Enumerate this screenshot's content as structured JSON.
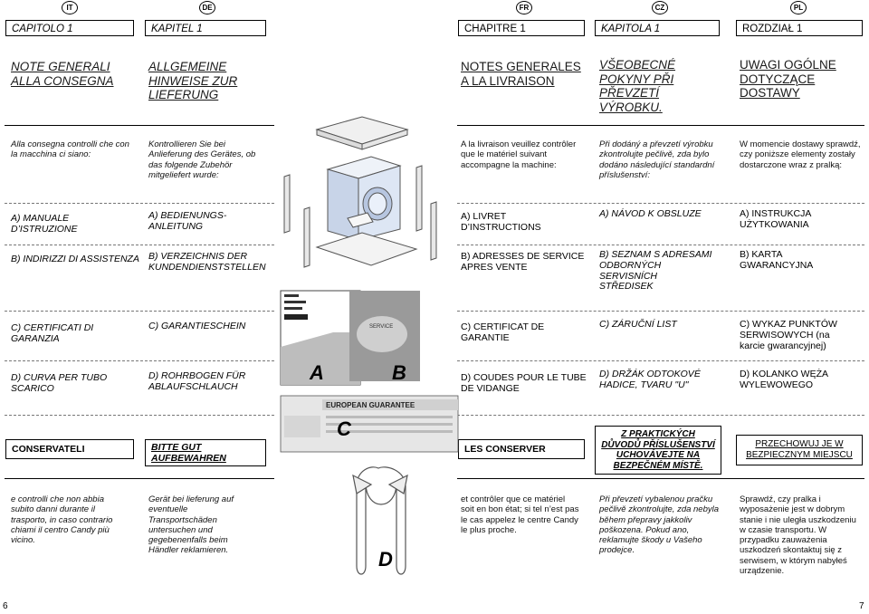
{
  "pages": {
    "left": "6",
    "right": "7"
  },
  "columns": [
    {
      "lang": "IT",
      "chapter": "CAPITOLO 1",
      "title": "NOTE GENERALI ALLA CONSEGNA",
      "intro": "Alla consegna controlli che con la macchina ci siano:",
      "items": [
        "A) MANUALE\n     D’ISTRUZIONE",
        "B) INDIRIZZI DI ASSISTENZA",
        "C) CERTIFICATI DI\n     GARANZIA",
        "D) CURVA PER TUBO\n     SCARICO"
      ],
      "keep": "CONSERVATELI",
      "note": "e controlli che non abbia subito danni durante il trasporto, in caso contrario chiami il centro Candy più vicino."
    },
    {
      "lang": "DE",
      "chapter": "KAPITEL 1",
      "title": "ALLGEMEINE HINWEISE ZUR LIEFERUNG",
      "intro": "Kontrollieren Sie bei Anlieferung des Gerätes, ob das folgende Zubehör mitgeliefert wurde:",
      "items": [
        "A) BEDIENUNGS-\n     ANLEITUNG",
        "B) VERZEICHNIS DER\n     KUNDENDIENSTSTELLEN",
        "C) GARANTIESCHEIN",
        "D) ROHRBOGEN FÜR\n     ABLAUFSCHLAUCH"
      ],
      "keep": "BITTE GUT AUFBEWAHREN",
      "note": "Gerät bei lieferung auf eventuelle Transportschäden untersuchen und gegebenenfalls beim Händler reklamieren."
    },
    {
      "lang": "FR",
      "chapter": "CHAPITRE 1",
      "title": "NOTES GENERALES A LA LIVRAISON",
      "intro": "A la livraison veuillez contrôler que le matériel suivant accompagne la machine:",
      "items": [
        "A)  LIVRET\n      D’INSTRUCTIONS",
        "B)  ADRESSES DE SERVICE\n      APRES VENTE",
        "C)  CERTIFICAT DE\n      GARANTIE",
        "D)  COUDES POUR LE TUBE\n      DE VIDANGE"
      ],
      "keep": "LES CONSERVER",
      "note": "et contrôler que ce matériel soit en bon état; si tel n’est pas le cas appelez le centre Candy le plus proche."
    },
    {
      "lang": "CZ",
      "chapter": "KAPITOLA 1",
      "title": "VŠEOBECNÉ POKYNY PŘI PŘEVZETÍ VÝROBKU.",
      "intro": "Při dodáný a převzetí výrobku zkontrolujte pečlivě, zda bylo dodáno následující standardní příslušenství:",
      "items": [
        "A) NÁVOD K OBSLUZE",
        "B) SEZNAM S ADRESAMI\n     ODBORNÝCH\n     SERVISNÍCH\n     STŘEDISEK",
        "C) ZÁRUČNÍ LIST",
        "D) DRŽÁK ODTOKOVÉ\n     HADICE, TVARU \"U\""
      ],
      "keep": "Z PRAKTICKÝCH DŮVODŮ PŘÍSLUŠENSTVÍ UCHOVÁVEJTE NA BEZPEČNÉM MÍSTĚ.",
      "note": "Při převzetí vybalenou pračku pečlivě zkontrolujte, zda nebyla během přepravy jakkoliv poškozena. Pokud ano, reklamujte škody u Vašeho prodejce."
    },
    {
      "lang": "PL",
      "chapter": "ROZDZIAŁ 1",
      "title": "UWAGI OGÓLNE DOTYCZĄCE DOSTAWY",
      "intro": "W momencie dostawy sprawdź, czy poniższe elementy zostały dostarczone wraz z pralką:",
      "items": [
        "A) INSTRUKCJA\n     UŻYTKOWANIA",
        "B) KARTA\n     GWARANCYJNA",
        "C) WYKAZ PUNKTÓW\n     SERWISOWYCH (na\n     karcie gwarancyjnej)",
        "D) KOLANKO WĘŻA\n     WYLEWOWEGO"
      ],
      "keep": "PRZECHOWUJ JE W BEZPIECZNYM MIEJSCU",
      "note": "Sprawdź, czy pralka i wyposażenie jest w dobrym stanie i nie uległa uszkodzeniu w czasie transportu. W przypadku zauważenia uszkodzeń skontaktuj się z serwisem, w którym nabyłeś urządzenie."
    }
  ],
  "figure": {
    "labels": {
      "a": "A",
      "b": "B",
      "c": "C",
      "d": "D"
    },
    "guarantee_card": "EUROPEAN GUARANTEE"
  }
}
